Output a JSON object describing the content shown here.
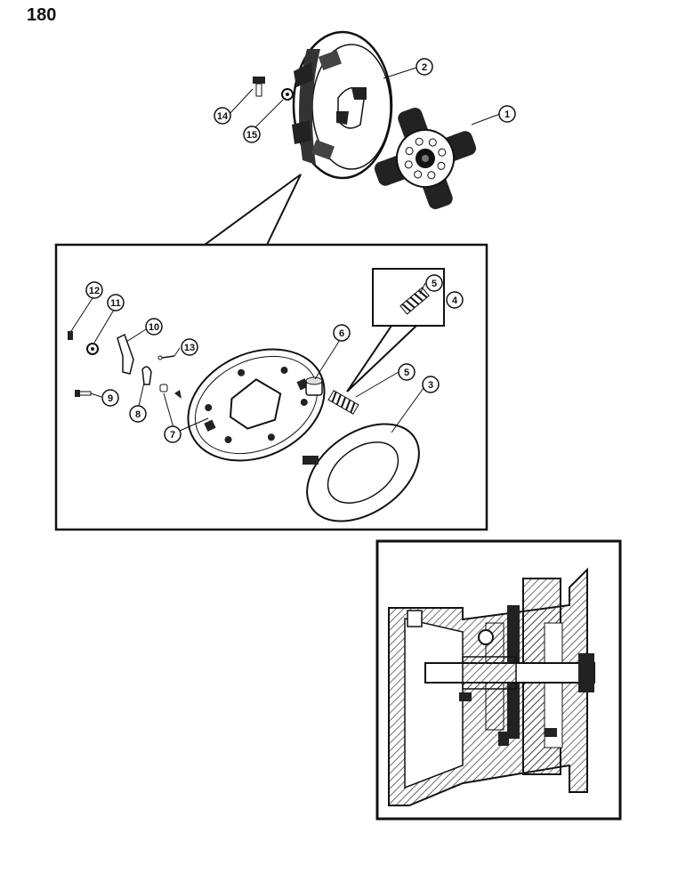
{
  "page": {
    "number": "180"
  },
  "callouts": {
    "c1": "1",
    "c2": "2",
    "c3": "3",
    "c4": "4",
    "c5a": "5",
    "c5b": "5",
    "c6": "6",
    "c7": "7",
    "c8": "8",
    "c9": "9",
    "c10": "10",
    "c11": "11",
    "c12": "12",
    "c13": "13",
    "c14": "14",
    "c15": "15"
  },
  "colors": {
    "ink": "#111111",
    "paper": "#ffffff",
    "hatch": "#444444"
  }
}
